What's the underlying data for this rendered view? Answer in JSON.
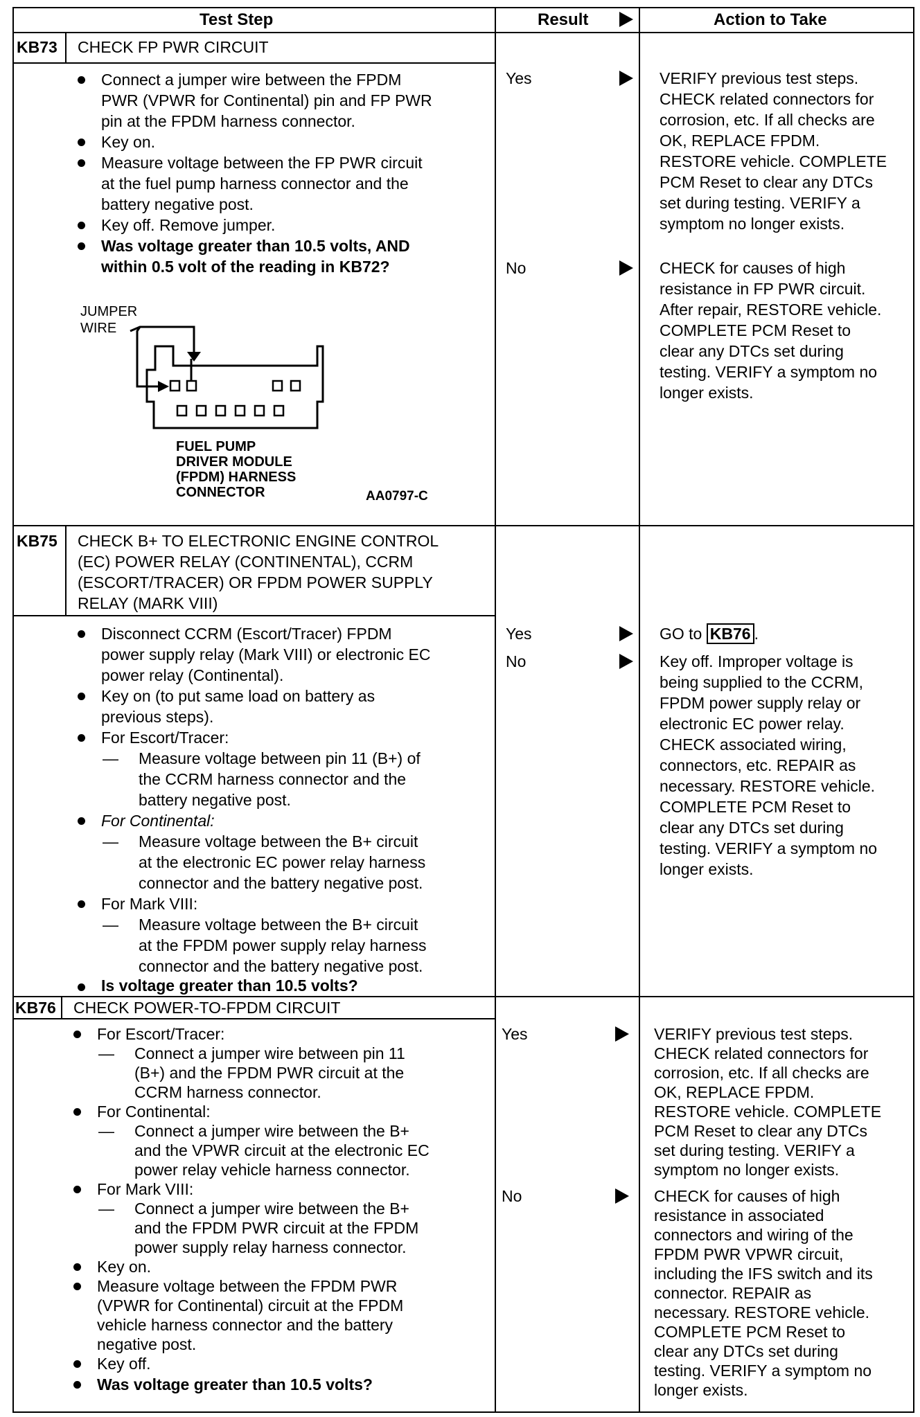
{
  "header": {
    "test_step": "Test Step",
    "result": "Result",
    "action": "Action to Take"
  },
  "kb73": {
    "code": "KB73",
    "title": "CHECK FP PWR CIRCUIT",
    "steps": [
      "Connect a jumper wire between the FPDM",
      "PWR (VPWR for Continental) pin and FP PWR",
      "pin at the FPDM harness connector.",
      "Key on.",
      "Measure voltage between the FP PWR circuit",
      "at the fuel pump harness connector and the",
      "battery negative post.",
      "Key off. Remove jumper.",
      "Was voltage greater than 10.5 volts, AND",
      "within 0.5 volt of the reading in KB72?"
    ],
    "diagram": {
      "jumper_label_1": "JUMPER",
      "jumper_label_2": "WIRE",
      "caption_1": "FUEL PUMP",
      "caption_2": "DRIVER MODULE",
      "caption_3": "(FPDM) HARNESS",
      "caption_4": "CONNECTOR",
      "figure_id": "AA0797-C"
    },
    "yes": "Yes",
    "no": "No",
    "yes_action": [
      "VERIFY previous test steps.",
      "CHECK related connectors for",
      "corrosion, etc. If all checks are",
      "OK, REPLACE FPDM.",
      "RESTORE vehicle. COMPLETE",
      "PCM Reset to clear any DTCs",
      "set during testing. VERIFY a",
      "symptom no longer exists."
    ],
    "no_action": [
      "CHECK for causes of high",
      "resistance in FP PWR circuit.",
      "After repair, RESTORE vehicle.",
      "COMPLETE PCM Reset to",
      "clear any DTCs set during",
      "testing. VERIFY a symptom no",
      "longer exists."
    ]
  },
  "kb75": {
    "code": "KB75",
    "title": [
      "CHECK B+ TO ELECTRONIC ENGINE CONTROL",
      "(EC) POWER RELAY (CONTINENTAL), CCRM",
      "(ESCORT/TRACER) OR FPDM POWER SUPPLY",
      "RELAY (MARK VIII)"
    ],
    "steps": [
      "Disconnect CCRM (Escort/Tracer) FPDM",
      "power supply relay (Mark VIII) or electronic EC",
      "power relay (Continental).",
      "Key on (to put same load on battery as",
      "previous steps).",
      "For Escort/Tracer:",
      "Measure voltage between pin 11 (B+) of",
      "the CCRM harness connector and the",
      "battery negative post.",
      "For Continental:",
      "Measure voltage between the B+ circuit",
      "at the electronic EC power relay harness",
      "connector and the battery negative post.",
      "For Mark VIII:",
      "Measure voltage between the B+ circuit",
      "at the FPDM power supply relay harness",
      "connector and the battery negative post.",
      "Is voltage greater than 10.5 volts?"
    ],
    "yes": "Yes",
    "no": "No",
    "yes_action_prefix": "GO to",
    "yes_action_ref": "KB76",
    "yes_action_suffix": ".",
    "no_action": [
      "Key off. Improper voltage is",
      "being supplied to the CCRM,",
      "FPDM power supply relay or",
      "electronic EC power relay.",
      "CHECK associated wiring,",
      "connectors, etc. REPAIR as",
      "necessary. RESTORE vehicle.",
      "COMPLETE PCM Reset to",
      "clear any DTCs set during",
      "testing. VERIFY a symptom no",
      "longer exists."
    ]
  },
  "kb76": {
    "code": "KB76",
    "title": "CHECK POWER-TO-FPDM CIRCUIT",
    "steps": [
      "For Escort/Tracer:",
      "Connect a jumper wire between pin 11",
      "(B+) and the FPDM PWR circuit at the",
      "CCRM harness connector.",
      "For Continental:",
      "Connect a jumper wire between the B+",
      "and the VPWR circuit at the electronic EC",
      "power relay vehicle harness connector.",
      "For Mark VIII:",
      "Connect a jumper wire between the B+",
      "and the FPDM PWR circuit at the FPDM",
      "power supply relay harness connector.",
      "Key on.",
      "Measure voltage between the FPDM PWR",
      "(VPWR for Continental) circuit at the FPDM",
      "vehicle harness connector and the battery",
      "negative post.",
      "Key off.",
      "Was voltage greater than 10.5 volts?"
    ],
    "yes": "Yes",
    "no": "No",
    "yes_action": [
      "VERIFY previous test steps.",
      "CHECK related connectors for",
      "corrosion, etc. If all checks are",
      "OK, REPLACE FPDM.",
      "RESTORE vehicle. COMPLETE",
      "PCM Reset to clear any DTCs",
      "set during testing. VERIFY a",
      "symptom no longer exists."
    ],
    "no_action": [
      "CHECK for causes of high",
      "resistance in associated",
      "connectors and wiring of the",
      "FPDM PWR VPWR circuit,",
      "including the IFS switch and its",
      "connector. REPAIR as",
      "necessary. RESTORE vehicle.",
      "COMPLETE PCM Reset to",
      "clear any DTCs set during",
      "testing. VERIFY a symptom no",
      "longer exists."
    ]
  }
}
